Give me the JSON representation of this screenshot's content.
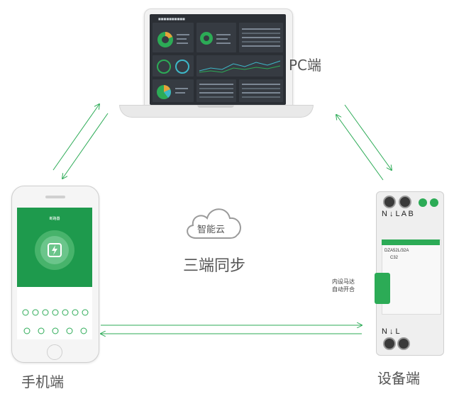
{
  "labels": {
    "pc": "PC端",
    "phone": "手机端",
    "device": "设备端",
    "cloud": "智能云",
    "sync": "三端同步",
    "device_note_line1": "内设马达",
    "device_note_line2": "自动开合"
  },
  "device": {
    "top_terminals": "N  ↓  L    A  B",
    "bottom_terminals": "N  ↓  L",
    "model": "DZA52L/32A",
    "rating": "C32"
  },
  "phone_app": {
    "title": "断路器"
  },
  "colors": {
    "accent_green": "#2cab56",
    "text_gray": "#555555"
  },
  "icons": {
    "cloud": "cloud-icon",
    "arrows": "double-arrow-icon"
  }
}
